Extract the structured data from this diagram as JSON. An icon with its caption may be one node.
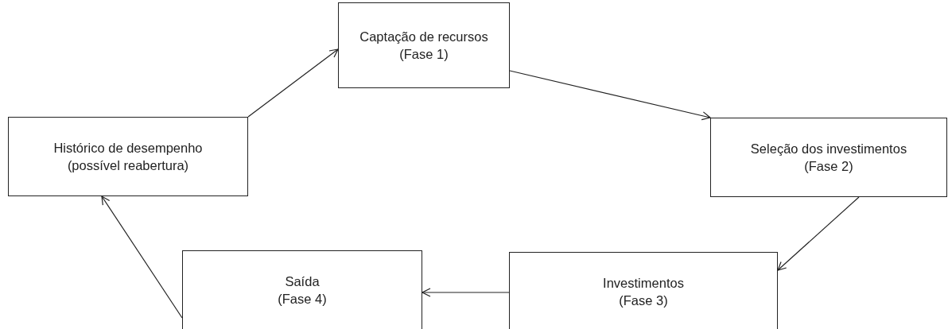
{
  "diagram": {
    "nodes": [
      {
        "text": [
          "Captação de recursos",
          "(Fase 1)"
        ]
      },
      {
        "text": [
          "Seleção dos investimentos",
          "(Fase 2)"
        ]
      },
      {
        "text": [
          "Investimentos",
          "(Fase 3)"
        ]
      },
      {
        "text": [
          "Saída",
          "(Fase 4)"
        ]
      },
      {
        "text": [
          "Histórico de desempenho",
          "(possível reabertura)"
        ]
      }
    ],
    "edges": [
      {
        "from": 4,
        "to": 0,
        "arrow": "to"
      },
      {
        "from": 0,
        "to": 1,
        "arrow": "to"
      },
      {
        "from": 1,
        "to": 2,
        "arrow": "to"
      },
      {
        "from": 2,
        "to": 3,
        "arrow": "to"
      },
      {
        "from": 3,
        "to": 4,
        "arrow": "to"
      }
    ]
  }
}
